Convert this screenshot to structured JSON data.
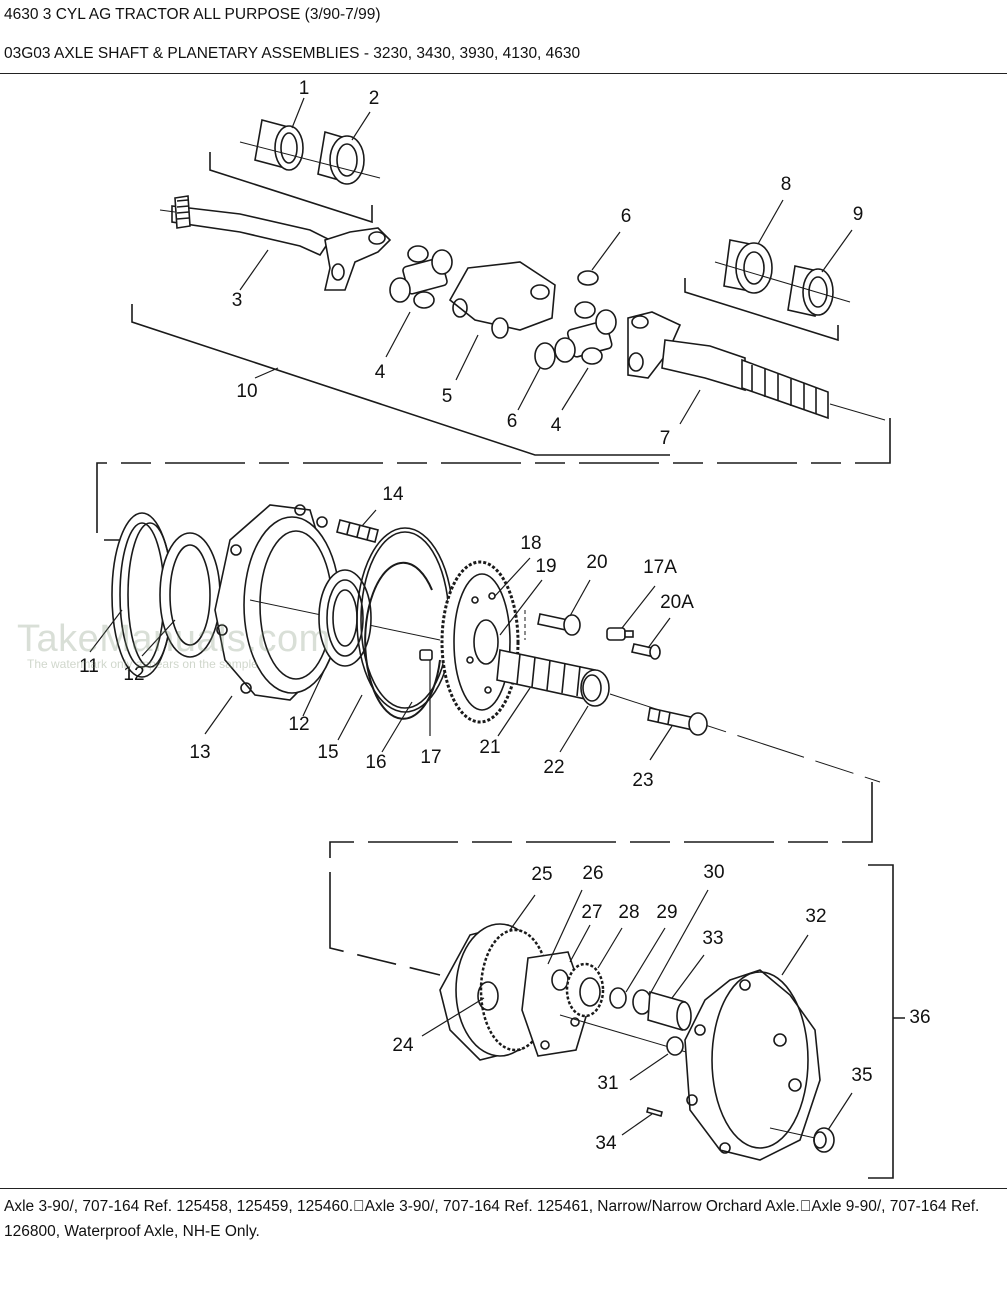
{
  "header": {
    "model_line": "4630 3 CYL AG TRACTOR ALL PURPOSE (3/90-7/99)",
    "section_line": "03G03 AXLE SHAFT & PLANETARY ASSEMBLIES - 3230, 3430, 3930, 4130, 4630"
  },
  "watermark": {
    "title": "TakeManuals.com",
    "subtitle": "The watermark only appears on the sample"
  },
  "callouts": [
    "1",
    "2",
    "3",
    "4",
    "5",
    "6",
    "7",
    "8",
    "9",
    "10",
    "11",
    "12",
    "13",
    "14",
    "15",
    "16",
    "17",
    "17A",
    "18",
    "19",
    "20",
    "20A",
    "21",
    "22",
    "23",
    "24",
    "25",
    "26",
    "27",
    "28",
    "29",
    "30",
    "31",
    "32",
    "33",
    "34",
    "35",
    "36"
  ],
  "footer": {
    "notes": "Axle 3-90/, 707-164 Ref. 125458, 125459, 125460.\u0000Axle 3-90/, 707-164 Ref. 125461, Narrow/Narrow Orchard Axle.\u0000Axle 9-90/, 707-164 Ref. 126800, Waterproof Axle, NH-E Only."
  },
  "colors": {
    "line": "#1a1a1a",
    "background": "#ffffff",
    "watermark": "#8c9c80"
  }
}
